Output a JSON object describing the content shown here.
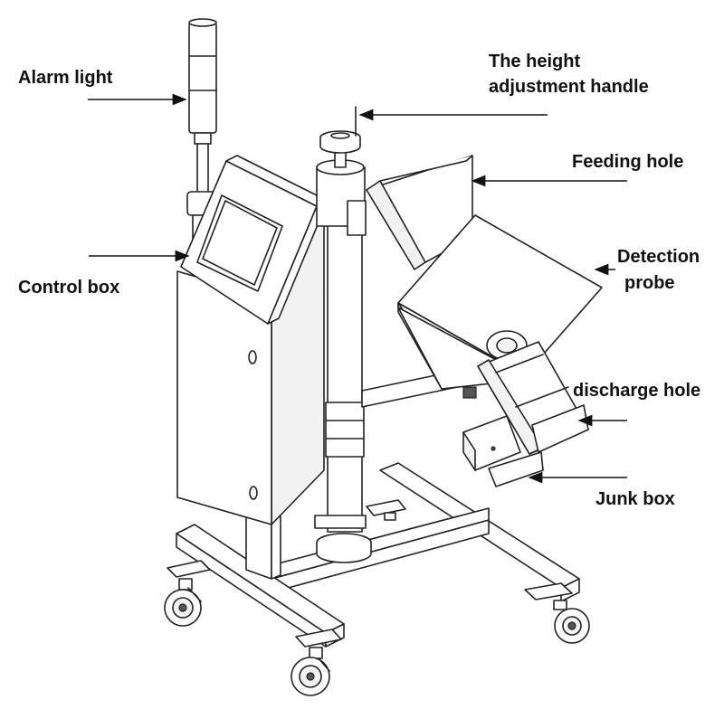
{
  "labels": {
    "alarm_light": "Alarm light",
    "height_handle_line1": "The height",
    "height_handle_line2": "adjustment handle",
    "feeding_hole": "Feeding hole",
    "detection_probe_line1": "Detection",
    "detection_probe_line2": "probe",
    "control_box": "Control box",
    "discharge_hole": "discharge hole",
    "junk_box": "Junk box"
  },
  "colors": {
    "ink": "#222222",
    "background": "#ffffff"
  }
}
